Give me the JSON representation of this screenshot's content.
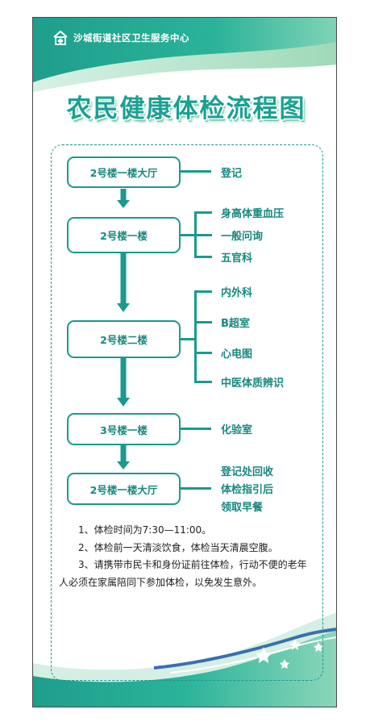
{
  "header": {
    "org_name": "沙城街道社区卫生服务中心",
    "logo_icon": "health-center-logo-icon"
  },
  "title": "农民健康体检流程图",
  "flow": {
    "steps": [
      {
        "location": "2号楼一楼大厅",
        "services": [
          "登记"
        ]
      },
      {
        "location": "2号楼一楼",
        "services": [
          "身高体重血压",
          "一般问询",
          "五官科"
        ]
      },
      {
        "location": "2号楼二楼",
        "services": [
          "内外科",
          "B超室",
          "心电图",
          "中医体质辨识"
        ]
      },
      {
        "location": "3号楼一楼",
        "services": [
          "化验室"
        ]
      },
      {
        "location": "2号楼一楼大厅",
        "services": [
          "登记处回收",
          "体检指引后",
          "领取早餐"
        ]
      }
    ]
  },
  "notes": [
    "1、体检时间为7:30—11:00。",
    "2、体检前一天清淡饮食，体检当天清晨空腹。",
    "3、请携带市民卡和身份证前往体检，行动不便的老年人必须在家属陪同下参加体检，以免发生意外。"
  ],
  "colors": {
    "teal": "#1a9a8e",
    "text_teal": "#17897f",
    "light_green": "#9fd9b8"
  }
}
